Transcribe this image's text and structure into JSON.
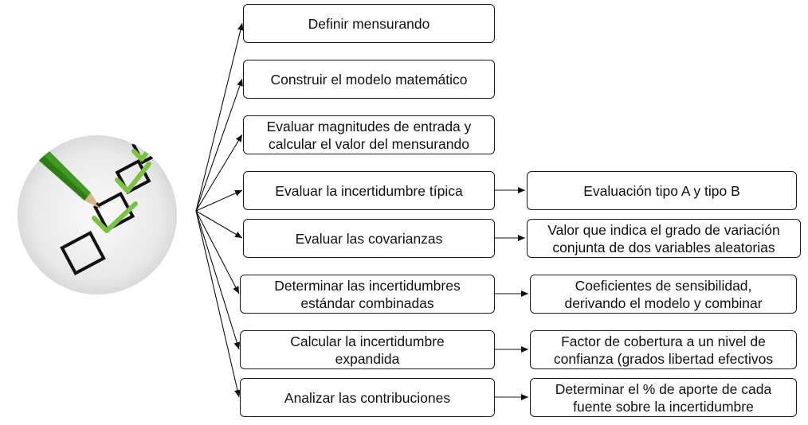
{
  "steps": [
    {
      "line1": "Definir mensurando",
      "line2": ""
    },
    {
      "line1": "Construir el modelo matemático",
      "line2": ""
    },
    {
      "line1": "Evaluar magnitudes de entrada y",
      "line2": "calcular el valor del mensurando"
    },
    {
      "line1": "Evaluar la incertidumbre típica",
      "line2": ""
    },
    {
      "line1": "Evaluar las covarianzas",
      "line2": ""
    },
    {
      "line1": "Determinar las incertidumbres",
      "line2": "estándar combinadas"
    },
    {
      "line1": "Calcular la incertidumbre",
      "line2": "expandida"
    },
    {
      "line1": "Analizar las contribuciones",
      "line2": ""
    }
  ],
  "details": [
    {
      "line1": "Evaluación tipo A y tipo B",
      "line2": ""
    },
    {
      "line1": "Valor que indica el grado de variación",
      "line2": "conjunta de dos variables aleatorias"
    },
    {
      "line1": "Coeficientes de sensibilidad,",
      "line2": "derivando el modelo y combinar"
    },
    {
      "line1": "Factor de cobertura a un nivel de",
      "line2": "confianza (grados libertad efectivos"
    },
    {
      "line1": "Determinar el % de aporte de cada",
      "line2": "fuente sobre la incertidumbre"
    }
  ],
  "illustration": {
    "name": "checklist-pencil-image",
    "accent": "#7cc242",
    "pencil_color": "#4caf2a"
  }
}
